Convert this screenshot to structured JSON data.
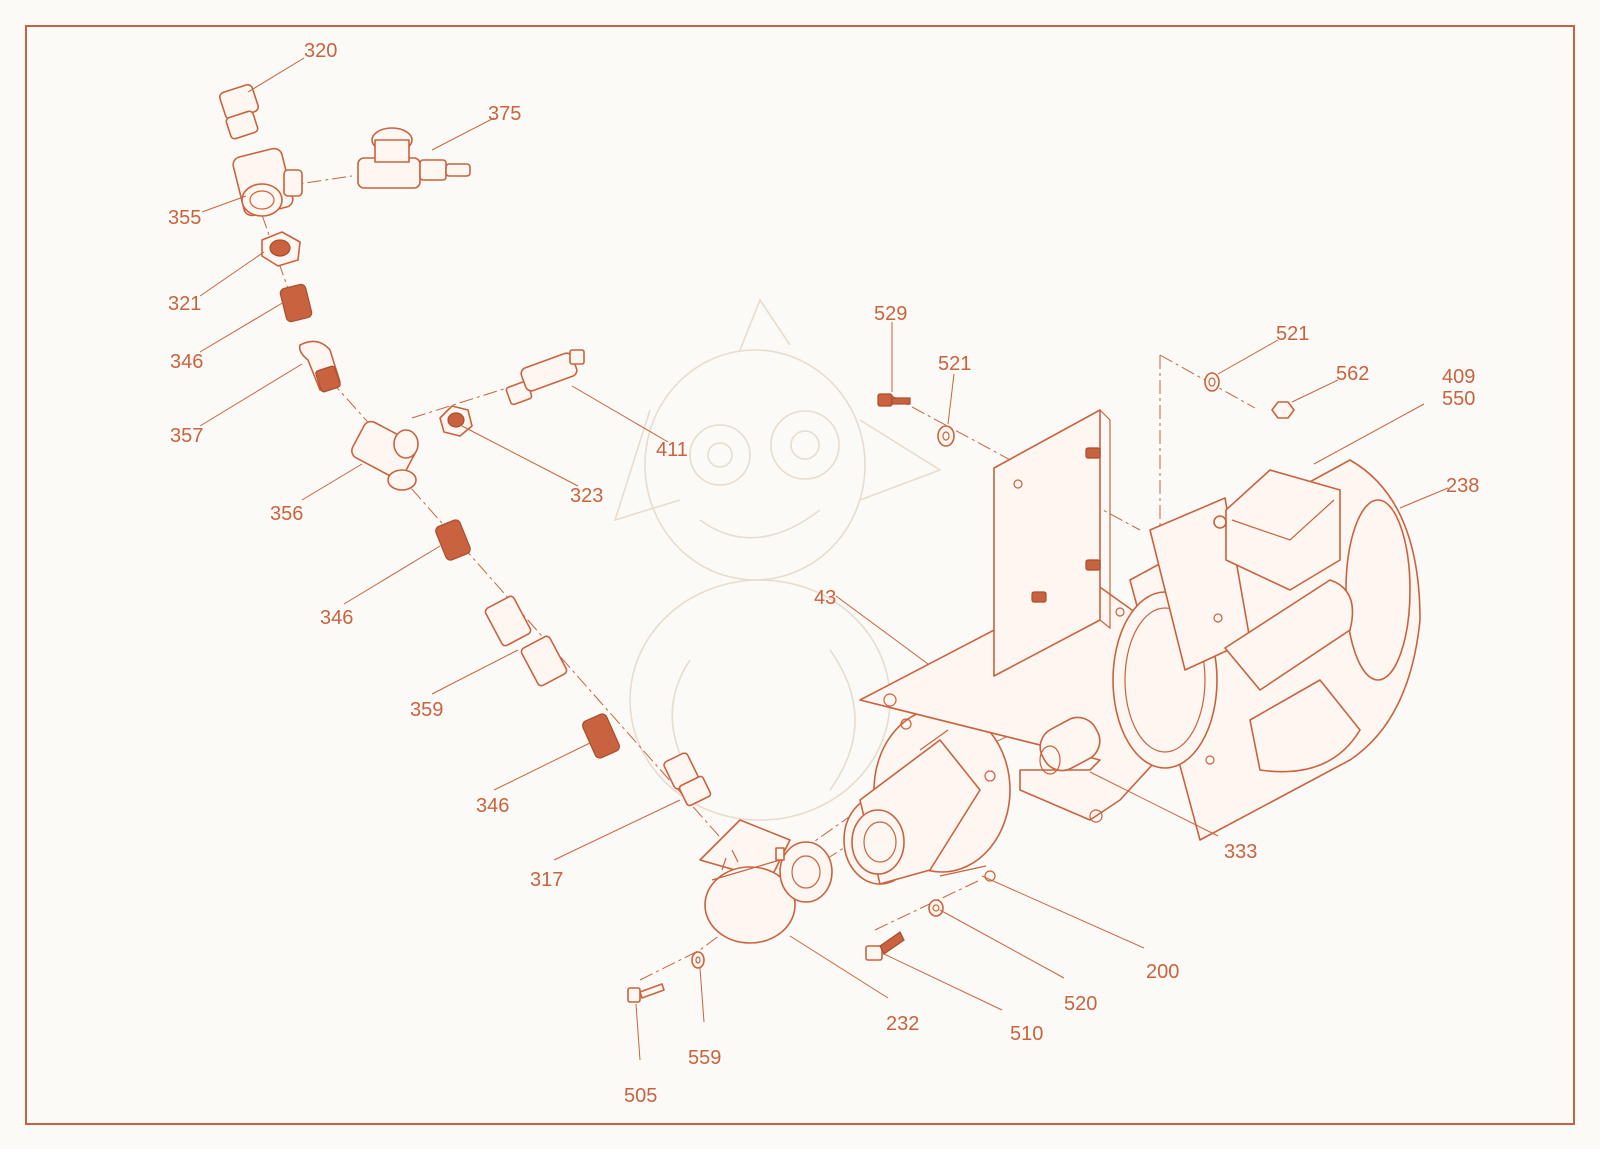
{
  "colors": {
    "line": "#c9633f",
    "background": "#fcfaf6",
    "watermark": "#e7dccf"
  },
  "callouts": {
    "c320": "320",
    "c375": "375",
    "c355": "355",
    "c321": "321",
    "c346a": "346",
    "c357": "357",
    "c411": "411",
    "c323": "323",
    "c356": "356",
    "c346b": "346",
    "c359": "359",
    "c346c": "346",
    "c317": "317",
    "c529": "529",
    "c521a": "521",
    "c521b": "521",
    "c562": "562",
    "c409": "409",
    "c550": "550",
    "c238": "238",
    "c43": "43",
    "c333": "333",
    "c200": "200",
    "c520": "520",
    "c510": "510",
    "c232": "232",
    "c559": "559",
    "c505": "505"
  }
}
